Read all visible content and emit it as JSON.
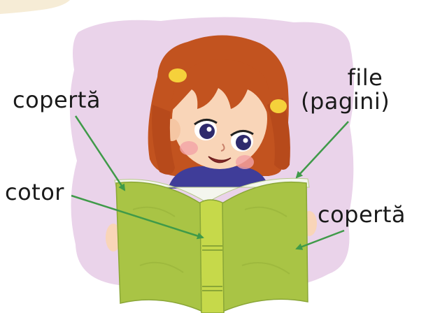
{
  "labels": {
    "cover_top": "copertă",
    "spine": "cotor",
    "pages_line1": "file",
    "pages_line2": "(pagini)",
    "cover_right": "copertă"
  },
  "colors": {
    "background_blob": "#ead3ea",
    "book_cover": "#a9c445",
    "book_spine": "#c6d94a",
    "hair": "#c2531f",
    "skin": "#f9d5b8",
    "arrow": "#3f9a49"
  },
  "icons": {
    "figure": "girl-reading-book-illustration"
  }
}
